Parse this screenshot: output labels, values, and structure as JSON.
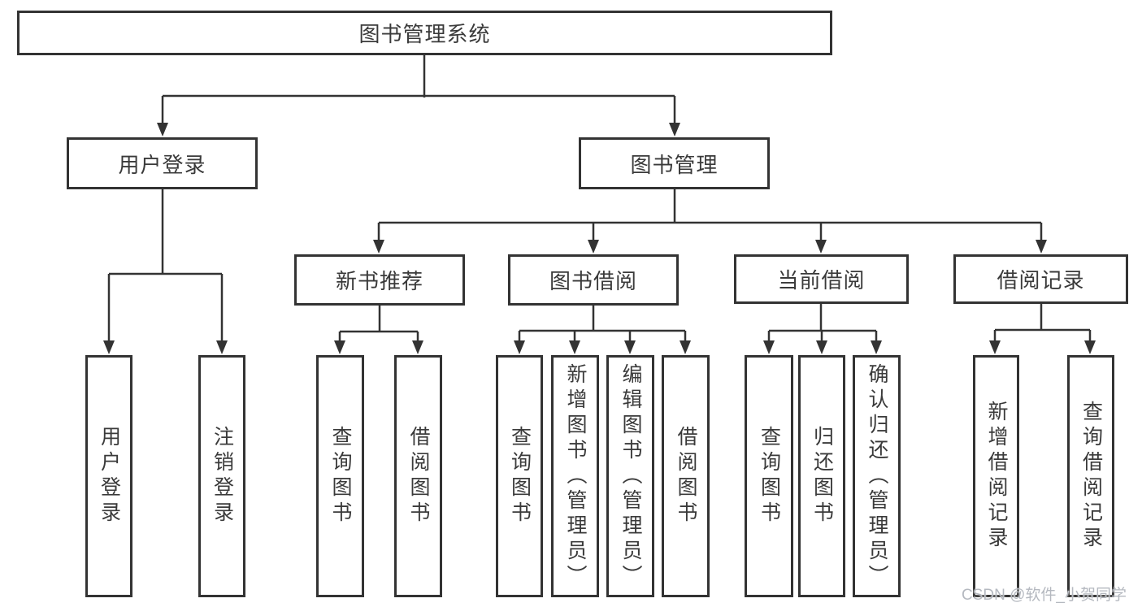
{
  "diagram_title": "图书管理系统",
  "colors": {
    "line": "#333333",
    "box_border": "#333333",
    "text": "#3a3a3a",
    "background": "#ffffff",
    "watermark": "#b5b9c0"
  },
  "nodes": {
    "root": {
      "label": "图书管理系统"
    },
    "l2": [
      {
        "label": "用户登录"
      },
      {
        "label": "图书管理"
      }
    ],
    "l3": [
      {
        "label": "新书推荐",
        "parent": "图书管理"
      },
      {
        "label": "图书借阅",
        "parent": "图书管理"
      },
      {
        "label": "当前借阅",
        "parent": "图书管理"
      },
      {
        "label": "借阅记录",
        "parent": "图书管理"
      }
    ],
    "leaves": [
      {
        "label": "用户登录",
        "parent": "用户登录"
      },
      {
        "label": "注销登录",
        "parent": "用户登录"
      },
      {
        "label": "查询图书",
        "parent": "新书推荐"
      },
      {
        "label": "借阅图书",
        "parent": "新书推荐"
      },
      {
        "label": "查询图书",
        "parent": "图书借阅"
      },
      {
        "label": "新增图书（管理员）",
        "parent": "图书借阅"
      },
      {
        "label": "编辑图书（管理员）",
        "parent": "图书借阅"
      },
      {
        "label": "借阅图书",
        "parent": "图书借阅"
      },
      {
        "label": "查询图书",
        "parent": "当前借阅"
      },
      {
        "label": "归还图书",
        "parent": "当前借阅"
      },
      {
        "label": "确认归还（管理员）",
        "parent": "当前借阅"
      },
      {
        "label": "新增借阅记录",
        "parent": "借阅记录"
      },
      {
        "label": "查询借阅记录",
        "parent": "借阅记录"
      }
    ]
  },
  "watermark": {
    "text": "CSDN @软件_小贺同学"
  }
}
